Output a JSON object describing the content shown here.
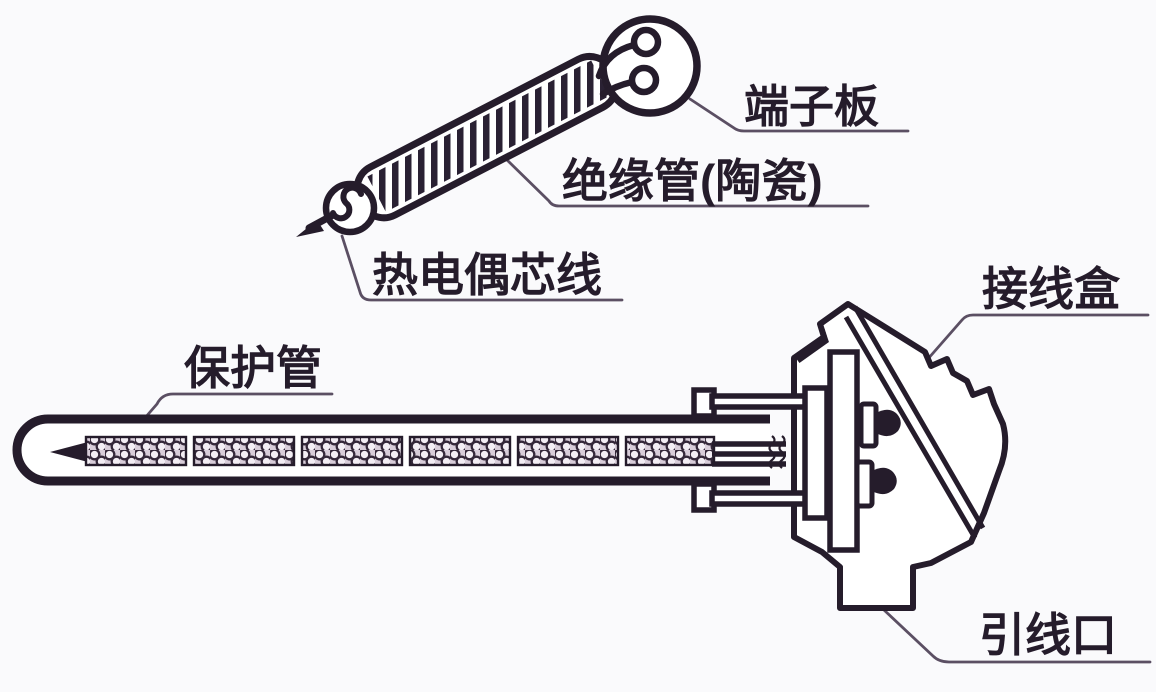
{
  "diagram": {
    "subject": "thermocouple-assembly-diagram",
    "labels": {
      "terminal_board": "端子板",
      "insulation_tube": "绝缘管(陶瓷)",
      "thermocouple_core_wire": "热电偶芯线",
      "protection_tube": "保护管",
      "junction_box": "接线盒",
      "lead_wire_outlet": "引线口"
    },
    "colors": {
      "background": "#fafafc",
      "ink": "#251c2b",
      "leader_line": "#5b4f63",
      "bead_texture_bg": "#d8cdd9",
      "bead_ring_fill": "#f3eef4"
    }
  }
}
